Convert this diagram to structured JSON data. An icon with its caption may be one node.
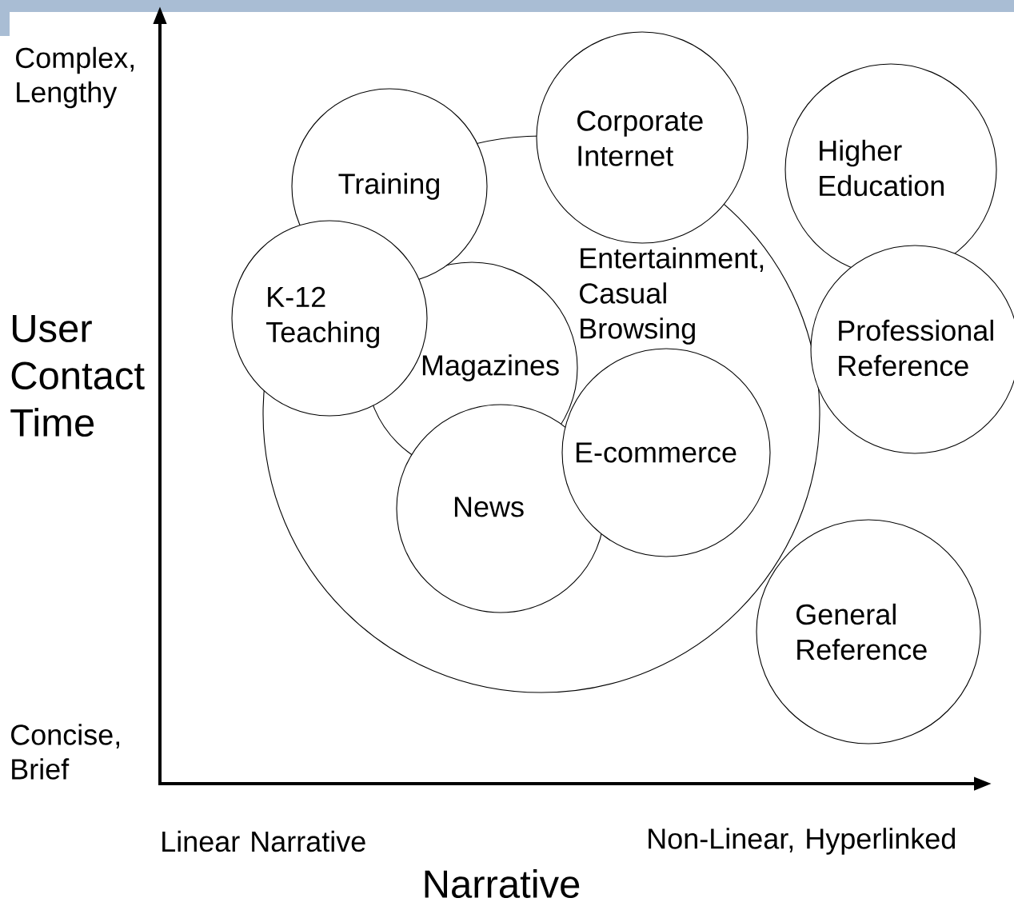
{
  "diagram": {
    "nodes": [
      {
        "text": [
          "Training"
        ]
      },
      {
        "text": [
          "Corporate Internet"
        ]
      },
      {
        "text": [
          "Higher Education"
        ]
      },
      {
        "text": [
          "K-12 Teaching"
        ]
      },
      {
        "text": [
          "Entertainment, Casual Browsing"
        ]
      },
      {
        "text": [
          "Magazines"
        ],
        "in": 4
      },
      {
        "text": [
          "Professional Reference"
        ]
      },
      {
        "text": [
          "E-commerce"
        ],
        "in": 4
      },
      {
        "text": [
          "News"
        ],
        "in": 4
      },
      {
        "text": [
          "General Reference"
        ]
      }
    ],
    "labels": [
      "Complex, Lengthy",
      "User Contact Time",
      "Concise, Brief",
      "Linear Narrative",
      "Non-Linear, Hyperlinked",
      "Narrative"
    ]
  }
}
